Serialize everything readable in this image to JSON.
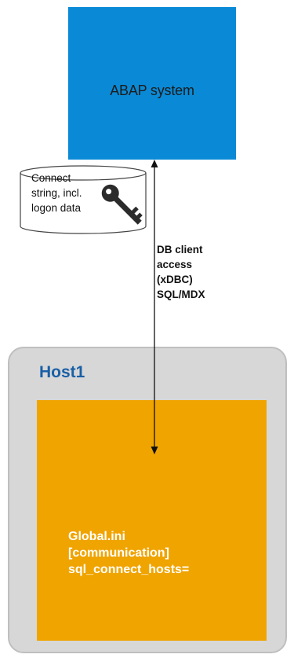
{
  "abap": {
    "label": "ABAP system",
    "color": "#0a8ad6"
  },
  "database": {
    "lines": [
      "Connect",
      "string, incl.",
      "logon data"
    ],
    "icon": "key-icon"
  },
  "connection": {
    "lines": [
      "DB client",
      "access",
      "(xDBC)",
      "SQL/MDX"
    ],
    "arrow": "double-headed-arrow"
  },
  "host": {
    "title": "Host1",
    "background": "#d7d7d7",
    "title_color": "#1a5fa6"
  },
  "config": {
    "lines": [
      "Global.ini",
      "[communication]",
      "sql_connect_hosts="
    ],
    "background": "#f0a400"
  }
}
